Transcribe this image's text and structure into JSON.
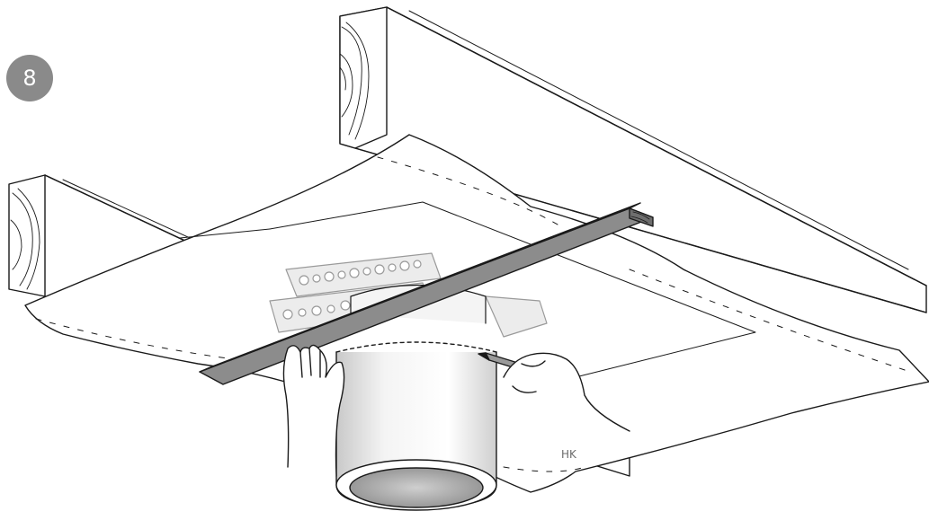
{
  "step": {
    "number": "8"
  },
  "illustration": {
    "signature": "HK",
    "colors": {
      "line": "#1a1a1a",
      "board": "#8c8c8c",
      "board_top": "#bcbcbc",
      "bracket": "#e8e8e8",
      "pipe_shade": "#d6d6d6",
      "badge": "#8a8a8a"
    },
    "parts": [
      "wooden-joist",
      "vapor-barrier-sheet",
      "mounting-bracket",
      "round-duct",
      "straight-edge-board",
      "pencil",
      "hands"
    ]
  }
}
